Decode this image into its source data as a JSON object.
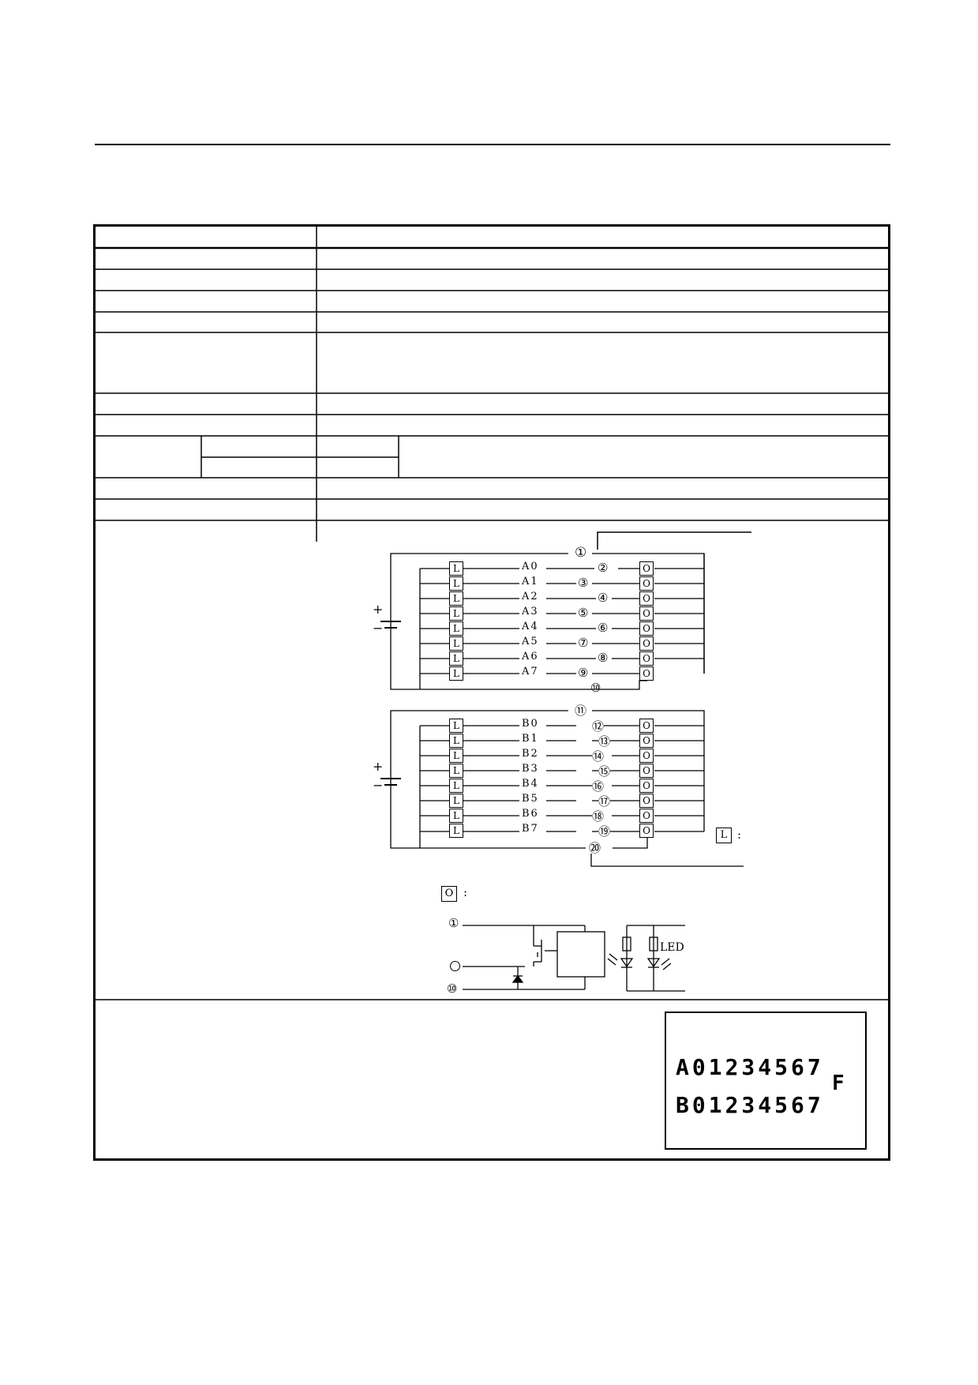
{
  "diagram": {
    "group_a": {
      "signals": [
        "A0",
        "A1",
        "A2",
        "A3",
        "A4",
        "A5",
        "A6",
        "A7"
      ],
      "pins": [
        "②",
        "③",
        "④",
        "⑤",
        "⑥",
        "⑦",
        "⑧",
        "⑨"
      ],
      "common_top_pin": "①",
      "common_bottom_pin": "⑩"
    },
    "group_b": {
      "signals": [
        "B0",
        "B1",
        "B2",
        "B3",
        "B4",
        "B5",
        "B6",
        "B7"
      ],
      "pins": [
        "⑫",
        "⑬",
        "⑭",
        "⑮",
        "⑯",
        "⑰",
        "⑱",
        "⑲"
      ],
      "common_top_pin": "⑪",
      "common_bottom_pin": "⑳"
    },
    "load_symbol": "L",
    "output_symbol": "O",
    "plus_sign": "+",
    "minus_sign": "−",
    "legend_colon": ":",
    "detail_pin_top": "①",
    "detail_pin_bottom": "⑩",
    "led_label": "LED"
  },
  "led_display": {
    "row_a": "A01234567",
    "row_b": "B01234567",
    "f_label": "F"
  }
}
